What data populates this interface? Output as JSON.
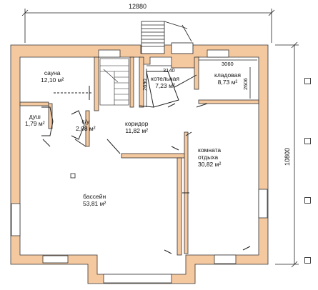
{
  "dimensions": {
    "overall_width": "12880",
    "overall_height": "10800",
    "boiler_width": "3140",
    "storage_width": "3060",
    "boiler_depth": "2690",
    "storage_depth": "2606"
  },
  "rooms": {
    "sauna": {
      "name": "сауна",
      "area": "12,10 м²"
    },
    "boiler": {
      "name": "котельная",
      "area": "7,23 м²"
    },
    "storage": {
      "name": "кладовая",
      "area": "8,73 м²"
    },
    "shower": {
      "name": "душ",
      "area": "1,79 м²"
    },
    "wc": {
      "name": "с/у",
      "area": "2,08 м²"
    },
    "corridor": {
      "name": "коридор",
      "area": "11,82 м²"
    },
    "lounge": {
      "name": "комната отдыха",
      "area": "30,82 м²"
    },
    "pool": {
      "name": "бассейн",
      "area": "53,81 м²"
    }
  },
  "colors": {
    "wall_fill": "#f5c9a0",
    "wall_stroke": "#333333",
    "line": "#222222"
  }
}
